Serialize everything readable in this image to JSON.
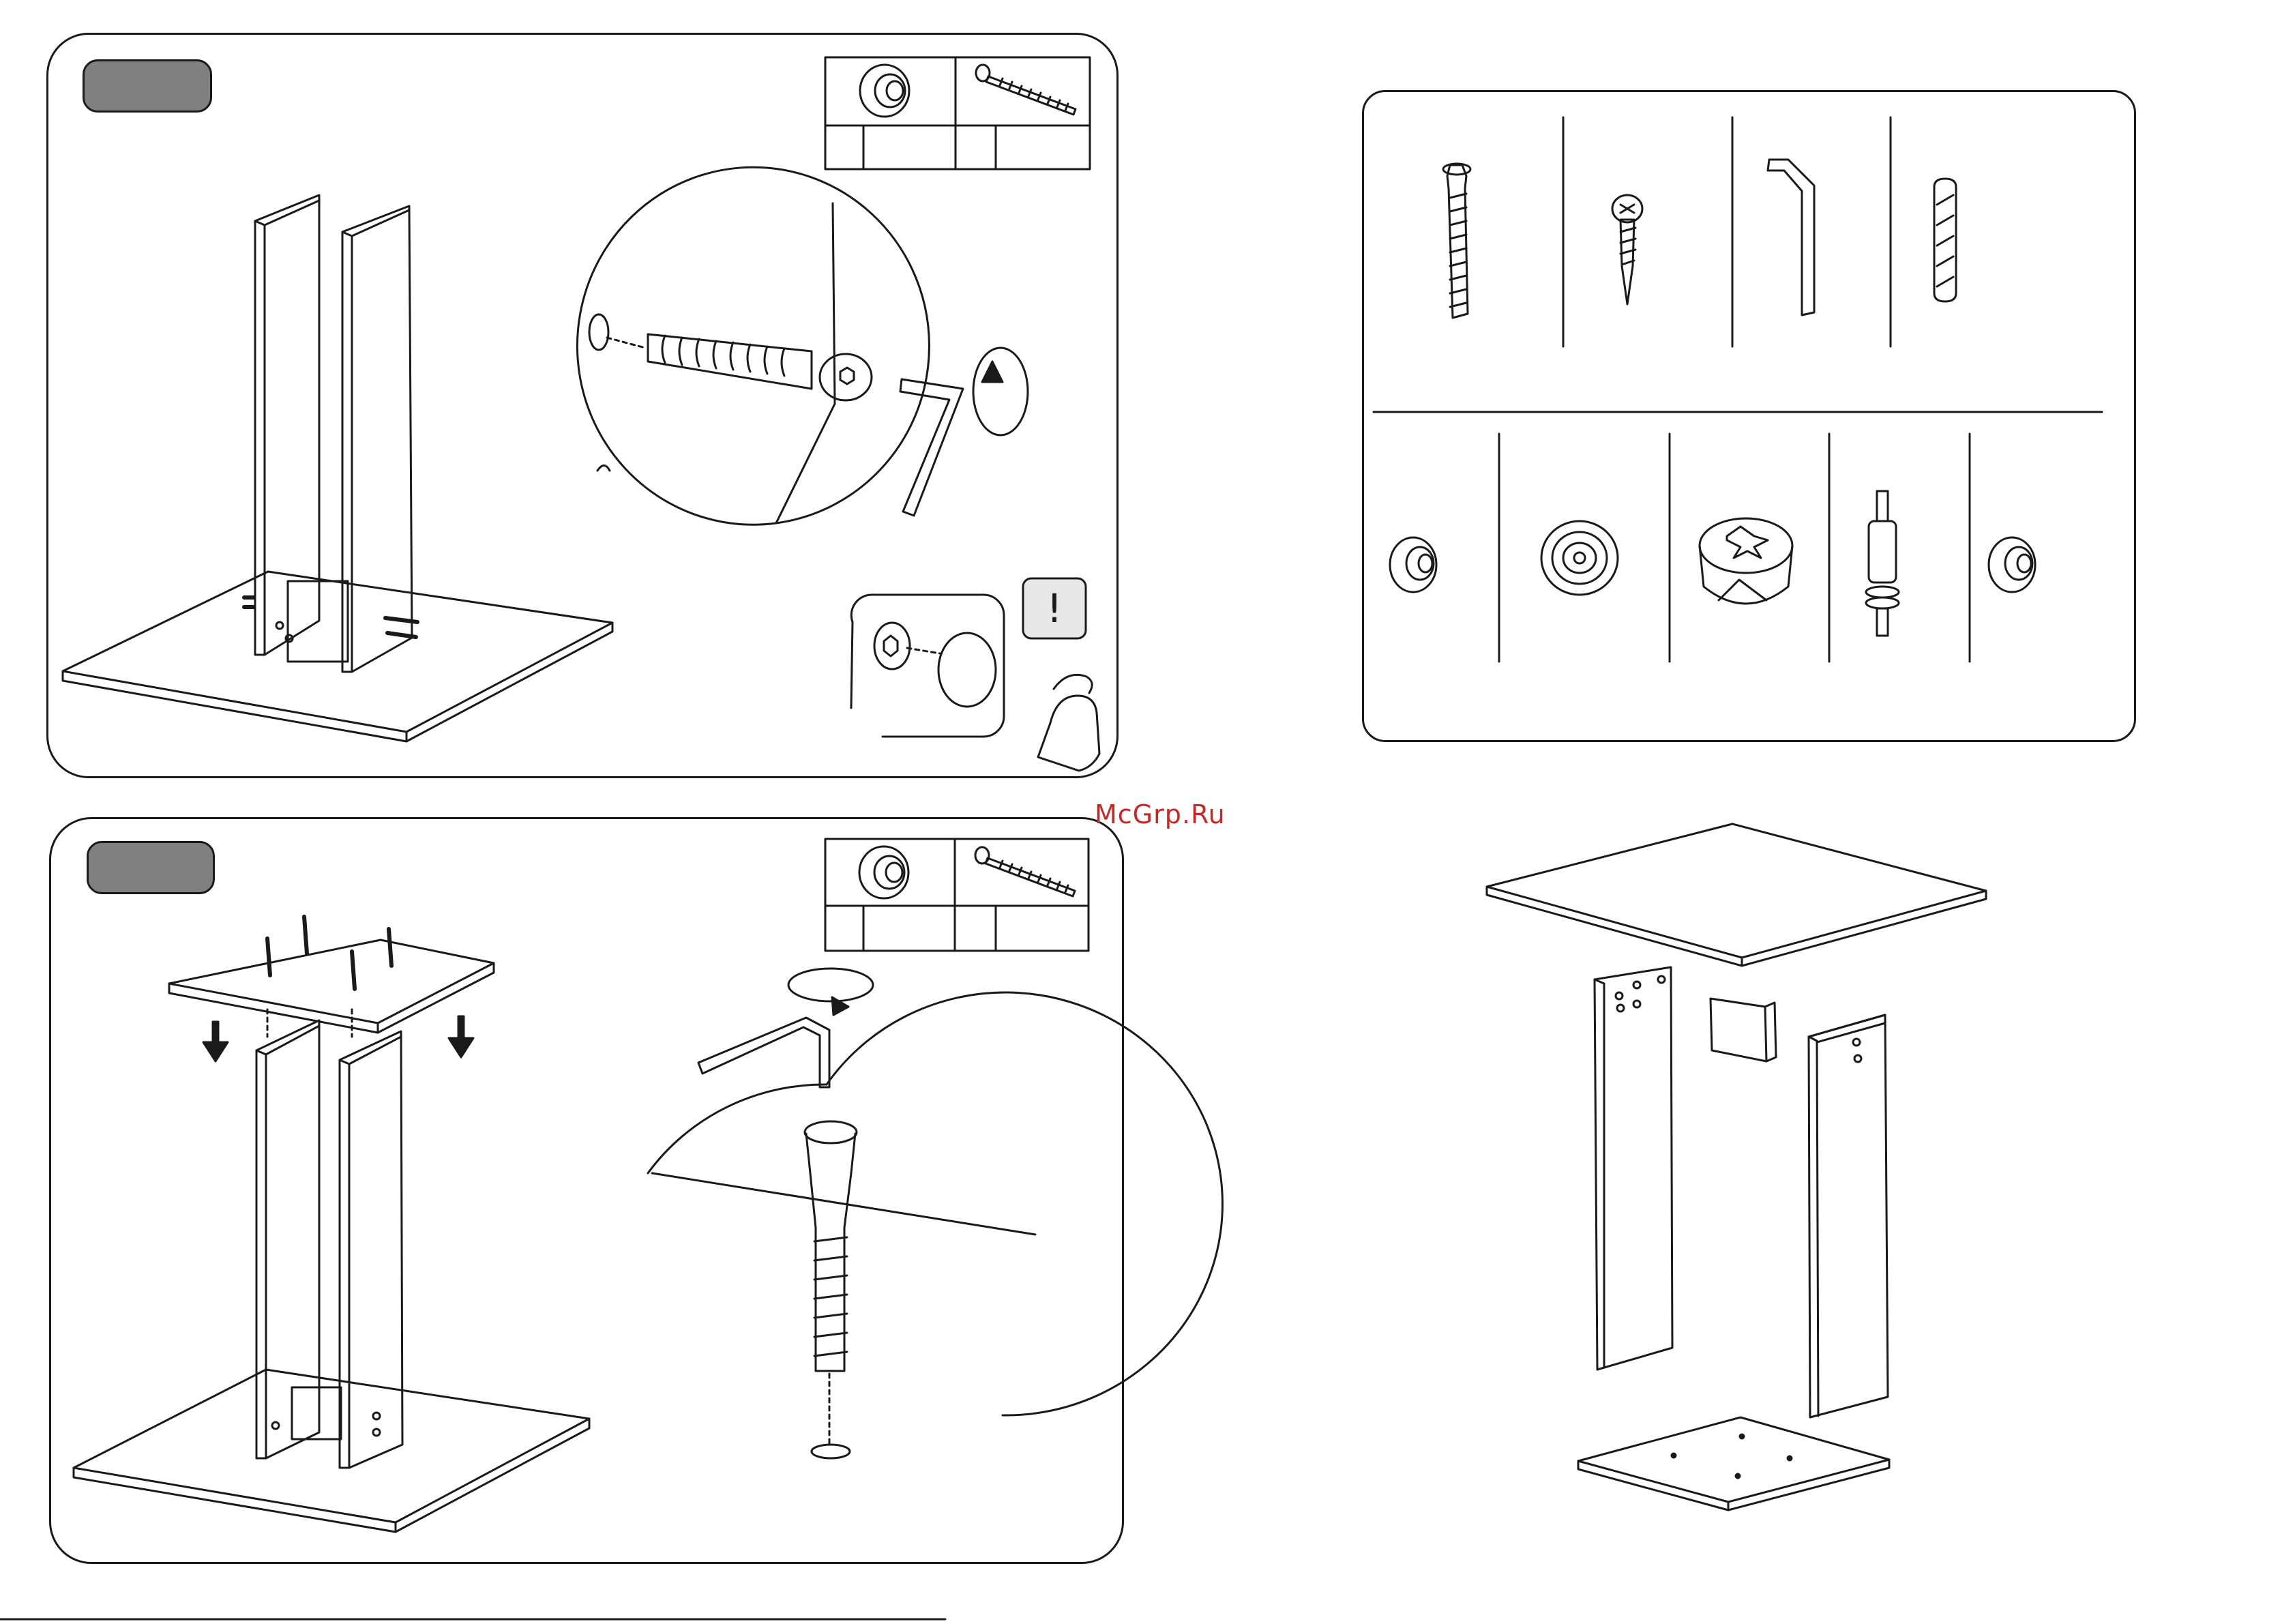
{
  "watermark": {
    "text": "McGrp.Ru",
    "color": "#c62828"
  },
  "steps": [
    {
      "badge": "",
      "parts": [
        "cam-pin",
        "confirmat-screw"
      ],
      "counts": [
        "",
        ""
      ],
      "tool": "allen-key",
      "rotation": "clockwise"
    },
    {
      "badge": "",
      "parts": [
        "cam-pin",
        "confirmat-screw"
      ],
      "counts": [
        "",
        ""
      ],
      "tool": "allen-key",
      "rotation": "clockwise"
    }
  ],
  "notice": {
    "icon": "exclamation-icon",
    "symbol": "!"
  },
  "hardware_overview": {
    "row1": [
      "confirmat-screw",
      "wood-screw",
      "allen-key",
      "wooden-dowel"
    ],
    "row2": [
      "cam-pin",
      "plastic-cap",
      "cam-lock",
      "cam-bolt",
      "cam-pin-small"
    ]
  },
  "colors": {
    "line": "#1a1a1a",
    "badge": "#808080",
    "panel_bg": "#ffffff"
  }
}
